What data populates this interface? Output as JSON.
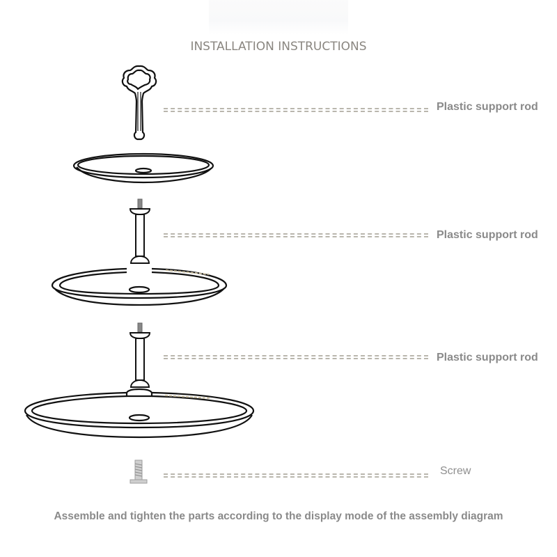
{
  "header": {
    "title": "INSTALLATION INSTRUCTIONS"
  },
  "parts": [
    {
      "id": "top-rod",
      "label": "Plastic support rod",
      "icon": "ornamental-finial-rod-icon"
    },
    {
      "id": "middle-rod",
      "label": "Plastic support rod",
      "icon": "support-rod-icon"
    },
    {
      "id": "bottom-rod",
      "label": "Plastic support rod",
      "icon": "support-rod-icon"
    },
    {
      "id": "screw",
      "label": "Screw",
      "icon": "screw-icon"
    }
  ],
  "trays": [
    {
      "id": "small-tray",
      "icon": "small-plate-icon"
    },
    {
      "id": "medium-tray",
      "icon": "medium-plate-icon"
    },
    {
      "id": "large-tray",
      "icon": "large-plate-icon"
    }
  ],
  "footer": {
    "instruction": "Assemble and tighten the parts according to the display mode of the assembly diagram"
  },
  "colors": {
    "line_art": "#111111",
    "dash": "#b9b6ad",
    "label_text": "#8a8a8a",
    "title_text": "#8a8680",
    "screw": "#b8b8b8"
  }
}
